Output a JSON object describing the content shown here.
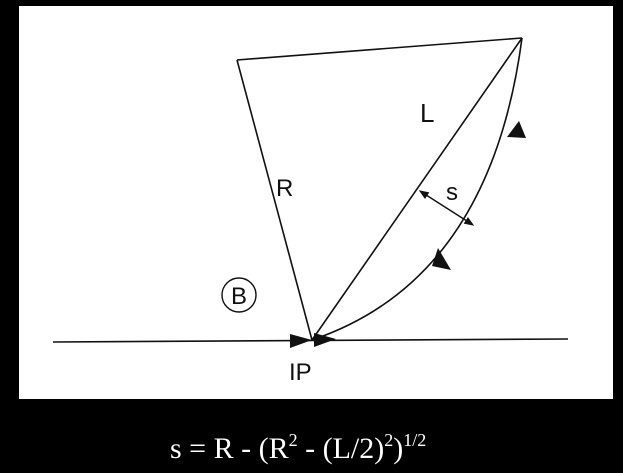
{
  "labels": {
    "L": "L",
    "R": "R",
    "s": "s",
    "B": "B",
    "IP": "IP"
  },
  "formula": {
    "part1": "s = R - (R",
    "sup1": "2",
    "part2": " - (L/2)",
    "sup2": "2",
    "part3": ")",
    "sup3": "1/2"
  },
  "colors": {
    "background": "#000000",
    "panel": "#ffffff",
    "ink": "#111111",
    "formula_text": "#ffffff"
  }
}
